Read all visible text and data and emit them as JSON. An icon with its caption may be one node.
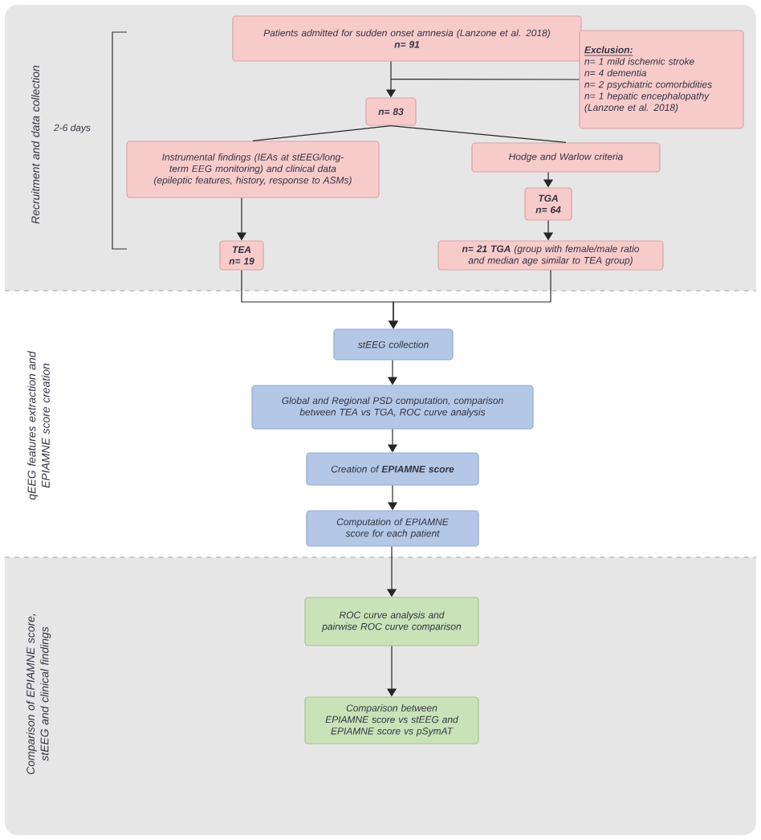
{
  "diagram": {
    "nodes": [
      {
        "text": [
          "Patients admitted for sudden onset amnesia (Lanzone et al. 2018)",
          "n= 91"
        ]
      },
      {
        "text": [
          "Exclusion:",
          "n= 1 mild ischemic stroke",
          "n= 4 dementia",
          "n= 2 psychiatric comorbidities",
          "n= 1 hepatic encephalopathy",
          "(Lanzone et al. 2018)"
        ]
      },
      {
        "text": [
          "n= 83"
        ]
      },
      {
        "text": [
          "Instrumental findings (IEAs at stEEG/long-term EEG monitoring) and clinical data (epileptic features, history, response to ASMs)"
        ]
      },
      {
        "text": [
          "Hodge and Warlow criteria"
        ]
      },
      {
        "text": [
          "TGA",
          "n= 64"
        ]
      },
      {
        "text": [
          "TEA",
          "n= 19"
        ]
      },
      {
        "text": [
          "**n= 21 TGA** (group with female/male ratio and median age similar to TEA group)"
        ]
      },
      {
        "text": [
          "stEEG collection"
        ]
      },
      {
        "text": [
          "Global and Regional PSD computation, comparison between TEA vs TGA, ROC curve analysis"
        ]
      },
      {
        "text": [
          "Creation of **EPIAMNE score**"
        ]
      },
      {
        "text": [
          "Computation of EPIAMNE score for each patient"
        ]
      },
      {
        "text": [
          "ROC curve analysis and pairwise ROC curve comparison"
        ]
      },
      {
        "text": [
          "Comparison between EPIAMNE score vs stEEG and EPIAMNE score vs pSymAT"
        ]
      }
    ],
    "edges": [
      {
        "from": 0,
        "to": 2,
        "arrow": "to"
      },
      {
        "from": 0,
        "to": 1,
        "arrow": "none"
      },
      {
        "from": 2,
        "to": 3,
        "arrow": "none"
      },
      {
        "from": 2,
        "to": 4,
        "arrow": "none"
      },
      {
        "from": 4,
        "to": 5,
        "arrow": "to"
      },
      {
        "from": 5,
        "to": 7,
        "arrow": "to"
      },
      {
        "from": 3,
        "to": 6,
        "arrow": "to"
      },
      {
        "from": 6,
        "to": 8,
        "arrow": "to"
      },
      {
        "from": 7,
        "to": 8,
        "arrow": "to"
      },
      {
        "from": 8,
        "to": 9,
        "arrow": "to"
      },
      {
        "from": 9,
        "to": 10,
        "arrow": "to"
      },
      {
        "from": 10,
        "to": 11,
        "arrow": "to"
      },
      {
        "from": 11,
        "to": 12,
        "arrow": "to"
      },
      {
        "from": 12,
        "to": 13,
        "arrow": "to"
      }
    ],
    "labels": [
      "Recruitment and data collection",
      "2-6 days",
      "qEEG features extraction and EPIAMNE score creation",
      "Comparison of EPIAMNE score, stEEG and clinical findings"
    ]
  }
}
